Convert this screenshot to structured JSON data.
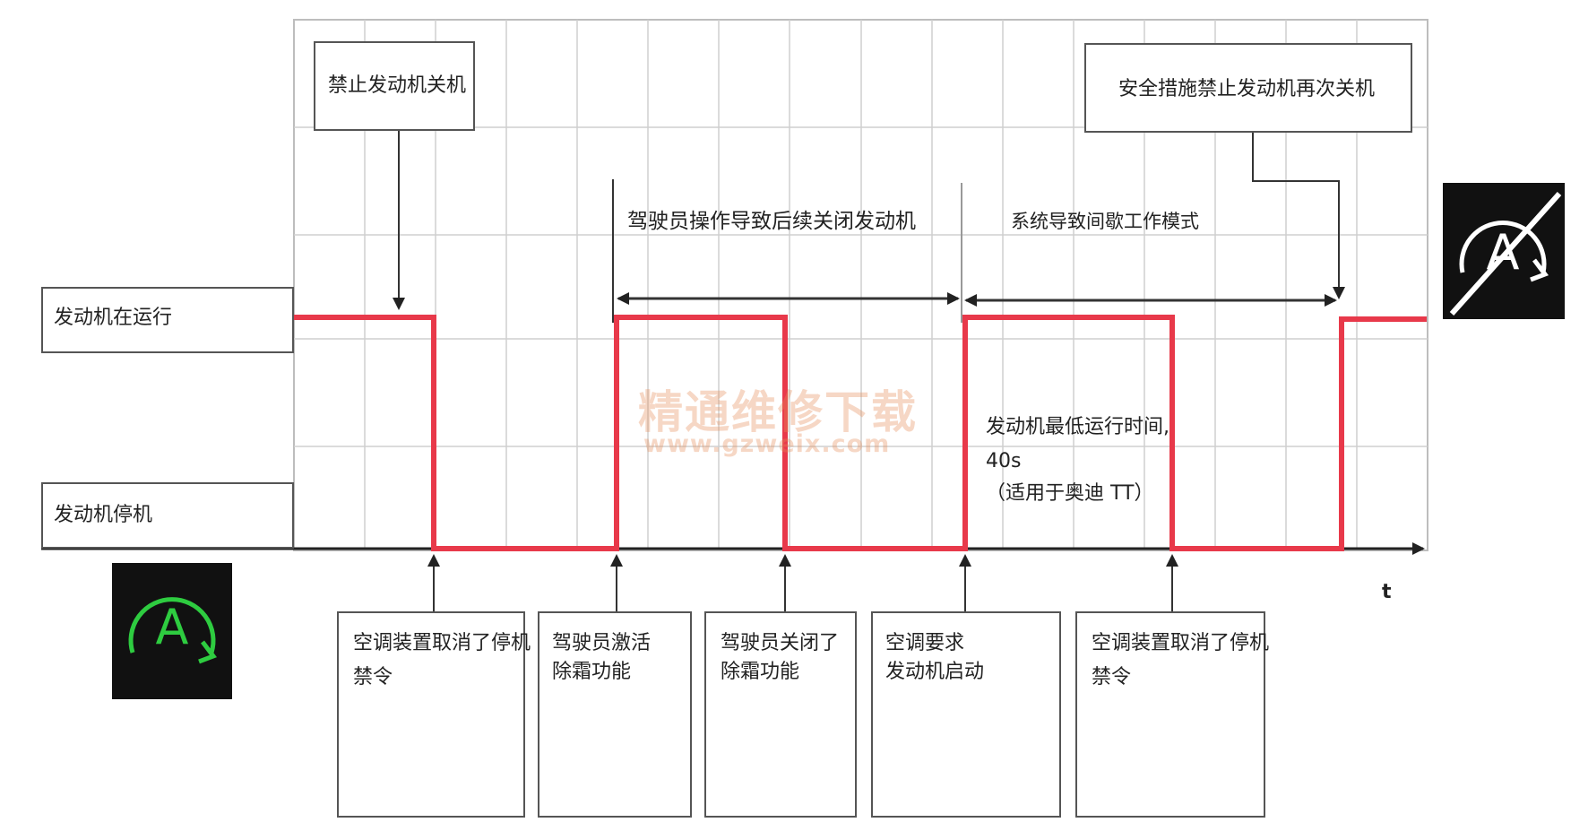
{
  "states": {
    "running": "发动机在运行",
    "stopped": "发动机停机"
  },
  "time_axis_label": "t",
  "top_callouts": {
    "stop_inhibit": "禁止发动机关机",
    "safety_inhibit": "安全措施禁止发动机再次关机"
  },
  "phases": {
    "driver_phase": "驾驶员操作导致后续关闭发动机",
    "system_phase": "系统导致间歇工作模式"
  },
  "min_runtime_note": {
    "line1": "发动机最低运行时间,",
    "line2": "40s",
    "line3": "（适用于奥迪 TT）"
  },
  "events": [
    {
      "line1": "空调装置取消了停机",
      "line2": "禁令"
    },
    {
      "line1": "驾驶员激活",
      "line2": "除霜功能"
    },
    {
      "line1": "驾驶员关闭了",
      "line2": "除霜功能"
    },
    {
      "line1": "空调要求",
      "line2": "发动机启动"
    },
    {
      "line1": "空调装置取消了停机",
      "line2": "禁令"
    }
  ],
  "watermark": {
    "cn": "精通维修下载",
    "url": "www.gzweix.com"
  },
  "icons": {
    "start_stop_active": "auto-start-stop-active-icon",
    "start_stop_disabled": "auto-start-stop-off-icon"
  },
  "colors": {
    "signal": "#e8394a",
    "active_icon": "#2ecc40",
    "grid": "#cfcfcf"
  },
  "signal_trace": {
    "high_state": "发动机在运行",
    "low_state": "发动机停机",
    "segments": [
      {
        "state": "running",
        "from": "start",
        "to": "event_1"
      },
      {
        "state": "stopped",
        "from": "event_1",
        "to": "event_2"
      },
      {
        "state": "running",
        "from": "event_2",
        "to": "event_3"
      },
      {
        "state": "stopped",
        "from": "event_3",
        "to": "event_4"
      },
      {
        "state": "running",
        "from": "event_4",
        "to": "event_5"
      },
      {
        "state": "stopped",
        "from": "event_5",
        "to": "safety_inhibit"
      },
      {
        "state": "running",
        "from": "safety_inhibit",
        "to": "end"
      }
    ]
  }
}
